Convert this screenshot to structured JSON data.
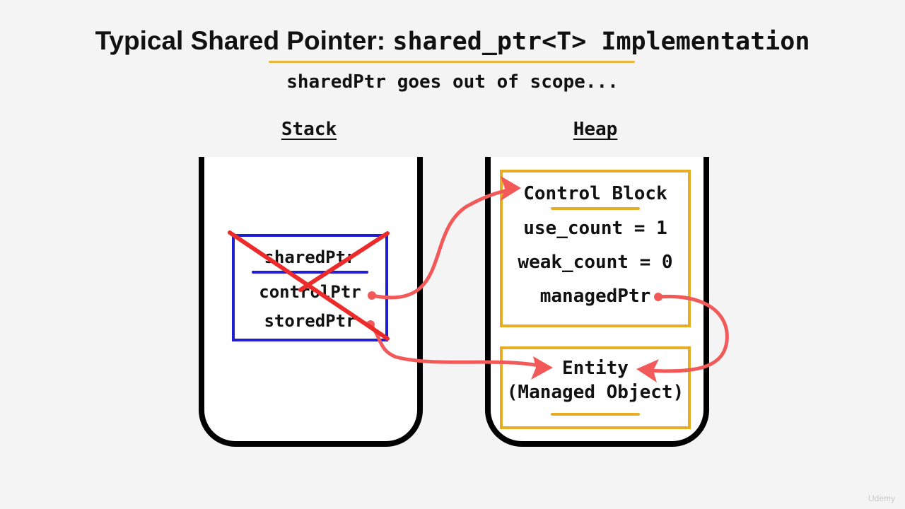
{
  "title": {
    "prefix": "Typical Shared Pointer: ",
    "code": "shared_ptr<T> Implementation"
  },
  "subtitle": "sharedPtr goes out of scope...",
  "stack": {
    "label": "Stack",
    "shared_ptr": {
      "name": "sharedPtr",
      "fields": [
        "controlPtr",
        "storedPtr"
      ],
      "crossed_out": true
    }
  },
  "heap": {
    "label": "Heap",
    "control_block": {
      "title": "Control Block",
      "use_count": "use_count = 1",
      "weak_count": "weak_count = 0",
      "managed_ptr": "managedPtr"
    },
    "entity": {
      "line1": "Entity",
      "line2": "(Managed Object)"
    }
  },
  "colors": {
    "accent_gold": "#e8ad24",
    "stack_box_blue": "#1f1fd0",
    "arrow_red": "#f25a5a",
    "cross_red": "#ee2b2b"
  },
  "watermark": "Udemy"
}
